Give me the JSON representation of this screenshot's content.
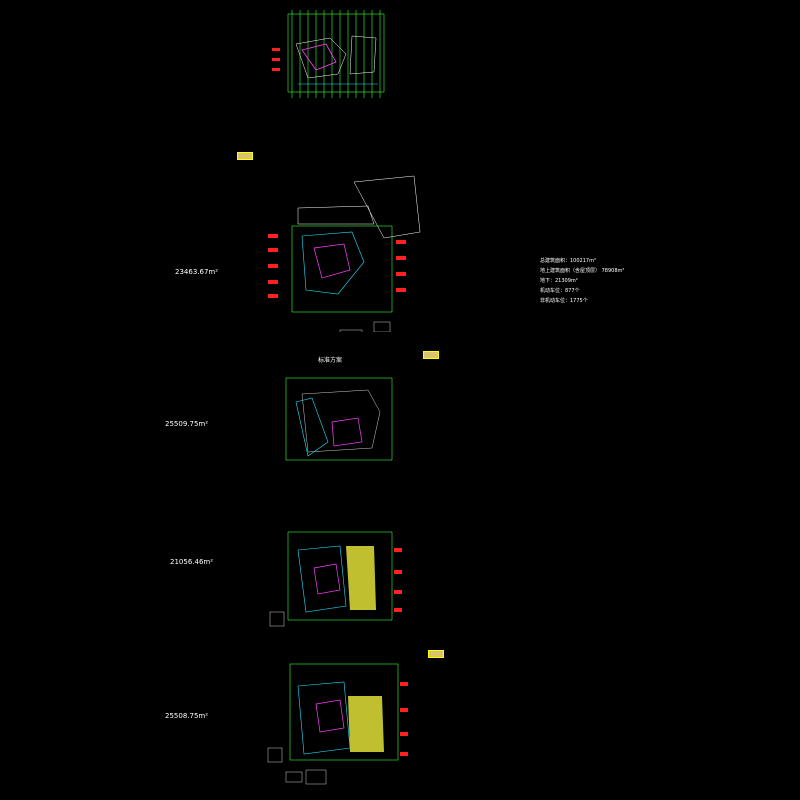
{
  "drawing": {
    "background": "#000000",
    "colors": {
      "grid": "#33ff33",
      "dim_red": "#ff2020",
      "cyan": "#22e0ff",
      "magenta": "#ff40ff",
      "yellow": "#ffff40",
      "white": "#ffffff",
      "blue": "#3060ff"
    },
    "area_labels": {
      "floor1": "23463.67m²",
      "floor2": "25509.75m²",
      "floor3": "21056.46m²",
      "floor4": "25508.75m²"
    },
    "legend": [
      "总建筑面积：100217m²",
      "地上建筑面积（含屋顶层）  78908m²",
      "地下：21309m²",
      "机动车位：877个",
      "非机动车位：1775个"
    ],
    "caption": "标准方案"
  }
}
